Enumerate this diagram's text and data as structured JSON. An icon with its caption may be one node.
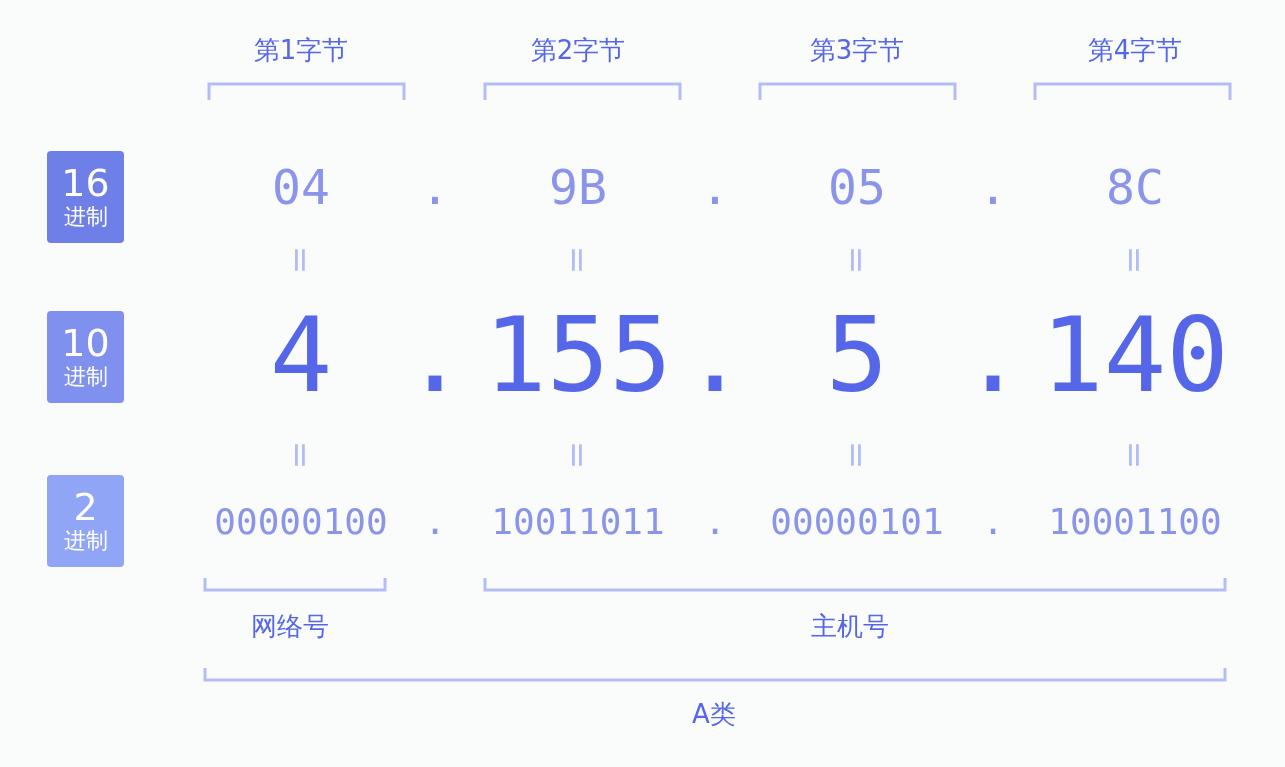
{
  "diagram": {
    "nodes": [
      {
        "text": [
          "16",
          "进制"
        ]
      },
      {
        "text": [
          "10",
          "进制"
        ]
      },
      {
        "text": [
          "2",
          "进制"
        ]
      }
    ],
    "labels": [
      "第1字节",
      "第2字节",
      "第3字节",
      "第4字节",
      "04",
      ".",
      "9B",
      ".",
      "05",
      ".",
      "8C",
      "=",
      "=",
      "=",
      "=",
      "4",
      ".",
      "155",
      ".",
      "5",
      ".",
      "140",
      "=",
      "=",
      "=",
      "=",
      "00000100",
      ".",
      "10011011",
      ".",
      "00000101",
      ".",
      "10001100",
      "网络号",
      "主机号",
      "A类"
    ]
  }
}
